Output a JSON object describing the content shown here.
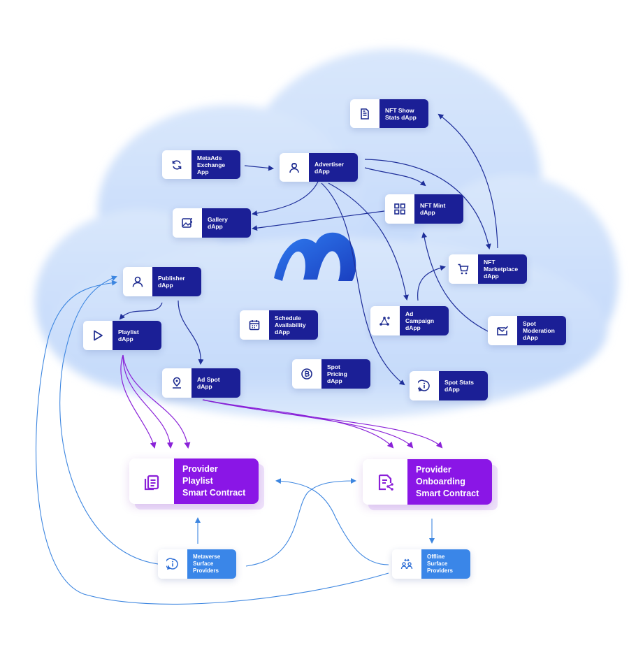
{
  "colors": {
    "cloud": "#cfe1fb",
    "node_dark": "#1b1f96",
    "node_blue": "#3a86e8",
    "node_purple": "#8a16e6",
    "arrow_dark": "#1f2f9a",
    "arrow_purple": "#8a22d8",
    "arrow_blue": "#3d86e0"
  },
  "nodes": {
    "nft_show_stats": {
      "label": "NFT Show\nStats dApp",
      "icon": "document-icon"
    },
    "metaads_exchange": {
      "label": "MetaAds\nExchange\nApp",
      "icon": "refresh-icon"
    },
    "advertiser": {
      "label": "Advertiser\ndApp",
      "icon": "user-badge-icon"
    },
    "gallery": {
      "label": "Gallery\ndApp",
      "icon": "image-icon"
    },
    "nft_mint": {
      "label": "NFT Mint\ndApp",
      "icon": "grid-icon"
    },
    "nft_marketplace": {
      "label": "NFT\nMarketplace\ndApp",
      "icon": "cart-icon"
    },
    "publisher": {
      "label": "Publisher\ndApp",
      "icon": "user-icon"
    },
    "playlist": {
      "label": "Playlist\ndApp",
      "icon": "play-icon"
    },
    "schedule": {
      "label": "Schedule\nAvailability\ndApp",
      "icon": "calendar-icon"
    },
    "ad_campaign": {
      "label": "Ad\nCampaign\ndApp",
      "icon": "network-icon"
    },
    "spot_moderation": {
      "label": "Spot\nModeration\ndApp",
      "icon": "check-mail-icon"
    },
    "ad_spot": {
      "label": "Ad Spot\ndApp",
      "icon": "location-pin-icon"
    },
    "spot_pricing": {
      "label": "Spot\nPricing\ndApp",
      "icon": "coin-icon"
    },
    "spot_stats": {
      "label": "Spot Stats\ndApp",
      "icon": "info-icon"
    },
    "provider_playlist": {
      "label": "Provider Playlist\nSmart Contract",
      "icon": "files-icon"
    },
    "provider_onboarding": {
      "label": "Provider\nOnboarding\nSmart Contract",
      "icon": "contract-share-icon"
    },
    "metaverse_providers": {
      "label": "Metaverse\nSurface\nProviders",
      "icon": "info-bubble-icon"
    },
    "offline_providers": {
      "label": "Offline\nSurface\nProviders",
      "icon": "people-exchange-icon"
    }
  }
}
